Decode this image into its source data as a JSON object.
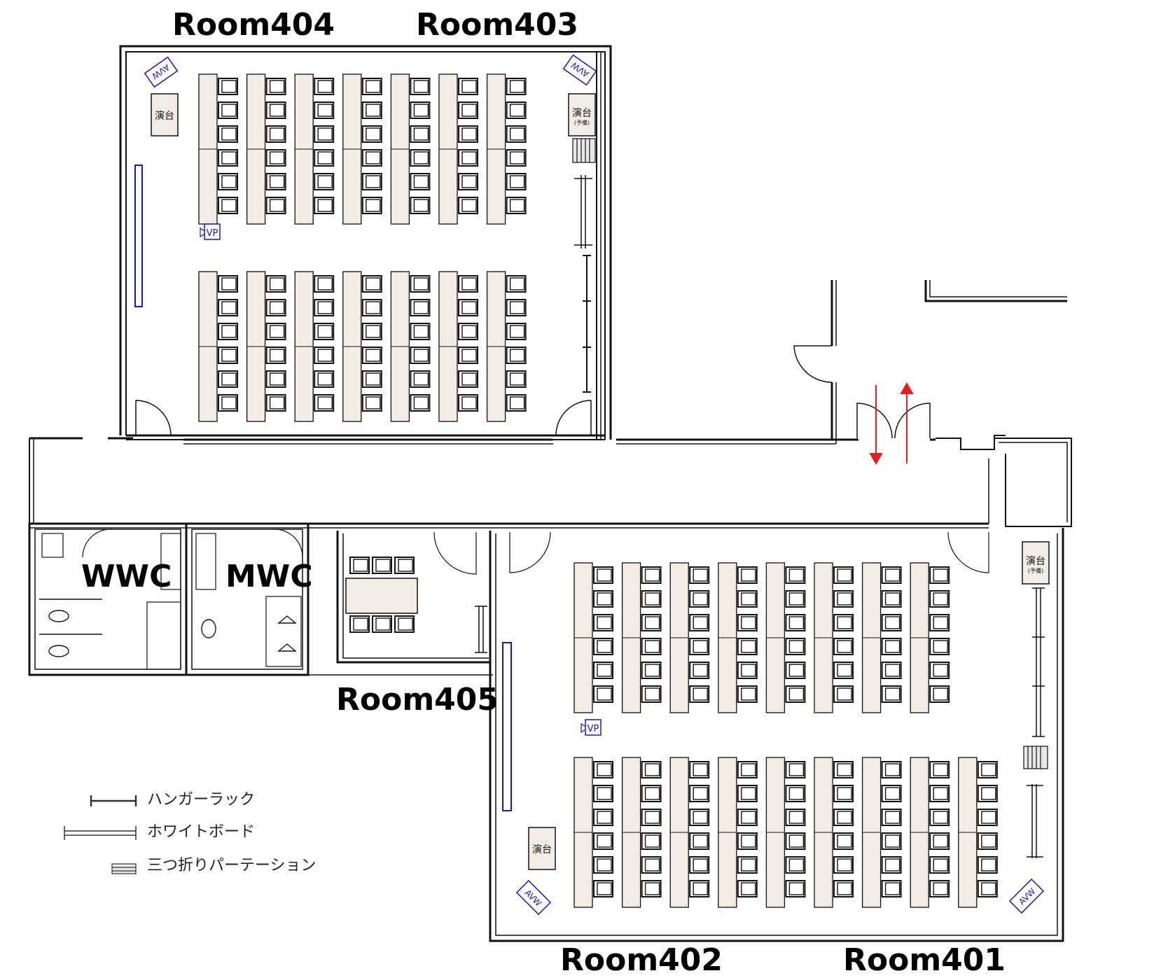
{
  "rooms": {
    "r404": "Room404",
    "r403": "Room403",
    "r405": "Room405",
    "r402": "Room402",
    "r401": "Room401"
  },
  "restrooms": {
    "women": "WWC",
    "men": "MWC"
  },
  "labels": {
    "podium": "演台",
    "podium_spare_main": "演台",
    "podium_spare_sub": "(予備)",
    "av": "AVW",
    "vp": "VP"
  },
  "legend": {
    "hanger": "ハンガーラック",
    "whiteboard": "ホワイトボード",
    "partition": "三つ折りパーテーション"
  },
  "colors": {
    "wall": "#111111",
    "desk": "#f3ece4",
    "equipment": "#1a1aa8",
    "exit_arrow": "#e02020"
  }
}
